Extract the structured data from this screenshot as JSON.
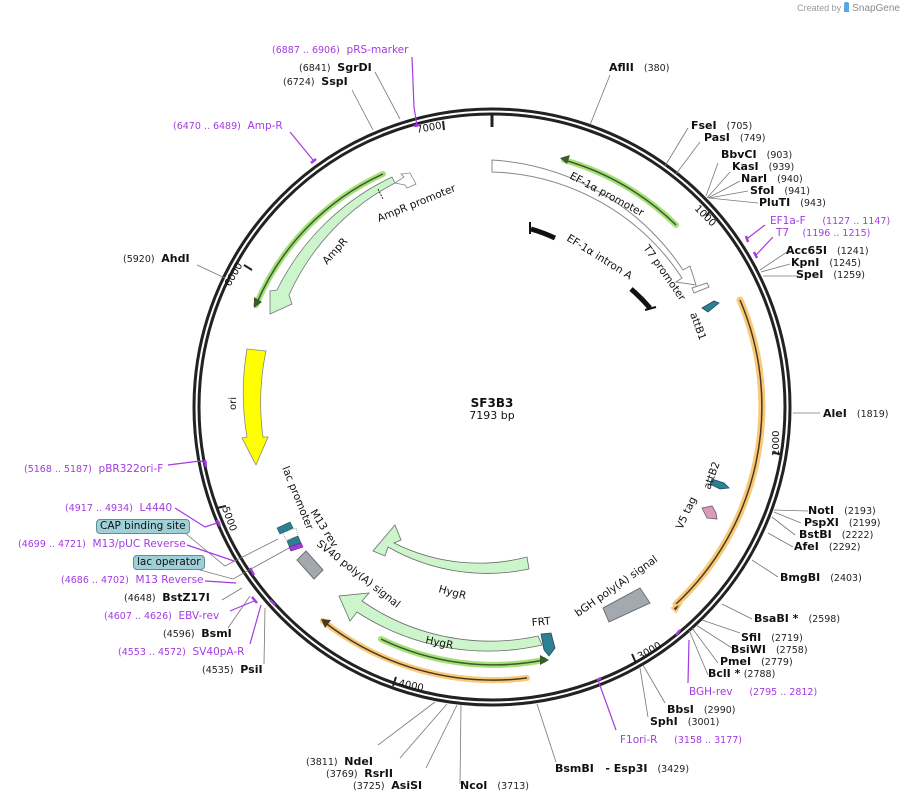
{
  "credit": {
    "prefix": "Created by",
    "brand": "SnapGene"
  },
  "plasmid": {
    "name": "SF3B3",
    "length_label": "7193 bp",
    "length": 7193
  },
  "ticks": [
    "1000",
    "2000",
    "3000",
    "4000",
    "5000",
    "6000",
    "7000"
  ],
  "enzymes": [
    {
      "name": "AflII",
      "pos": "(380)"
    },
    {
      "name": "FseI",
      "pos": "(705)"
    },
    {
      "name": "PasI",
      "pos": "(749)"
    },
    {
      "name": "BbvCI",
      "pos": "(903)"
    },
    {
      "name": "KasI",
      "pos": "(939)"
    },
    {
      "name": "NarI",
      "pos": "(940)"
    },
    {
      "name": "SfoI",
      "pos": "(941)"
    },
    {
      "name": "PluTI",
      "pos": "(943)"
    },
    {
      "name": "Acc65I",
      "pos": "(1241)"
    },
    {
      "name": "KpnI",
      "pos": "(1245)"
    },
    {
      "name": "SpeI",
      "pos": "(1259)"
    },
    {
      "name": "AleI",
      "pos": "(1819)"
    },
    {
      "name": "NotI",
      "pos": "(2193)"
    },
    {
      "name": "PspXI",
      "pos": "(2199)"
    },
    {
      "name": "BstBI",
      "pos": "(2222)"
    },
    {
      "name": "AfeI",
      "pos": "(2292)"
    },
    {
      "name": "BmgBI",
      "pos": "(2403)"
    },
    {
      "name": "BsaBI *",
      "pos": "(2598)"
    },
    {
      "name": "SfiI",
      "pos": "(2719)"
    },
    {
      "name": "BsiWI",
      "pos": "(2758)"
    },
    {
      "name": "PmeI",
      "pos": "(2779)"
    },
    {
      "name": "BclI *",
      "pos": "(2788)"
    },
    {
      "name": "BbsI",
      "pos": "(2990)"
    },
    {
      "name": "SphI",
      "pos": "(3001)"
    },
    {
      "name": "BsmBI   - Esp3I",
      "pos": "(3429)"
    },
    {
      "name": "NcoI",
      "pos": "(3713)"
    },
    {
      "name": "AsiSI",
      "pos": "(3725)"
    },
    {
      "name": "RsrII",
      "pos": "(3769)"
    },
    {
      "name": "NdeI",
      "pos": "(3811)"
    },
    {
      "name": "PsiI",
      "pos": "(4535)"
    },
    {
      "name": "BsmI",
      "pos": "(4596)"
    },
    {
      "name": "BstZ17I",
      "pos": "(4648)"
    },
    {
      "name": "AhdI",
      "pos": "(5920)"
    },
    {
      "name": "SspI",
      "pos": "(6724)"
    },
    {
      "name": "SgrDI",
      "pos": "(6841)"
    }
  ],
  "primers": [
    {
      "name": "pRS-marker",
      "range": "(6887 .. 6906)"
    },
    {
      "name": "Amp-R",
      "range": "(6470 .. 6489)"
    },
    {
      "name": "EF1a-F",
      "range": "(1127 .. 1147)"
    },
    {
      "name": "T7",
      "range": "(1196 .. 1215)"
    },
    {
      "name": "BGH-rev",
      "range": "(2795 .. 2812)"
    },
    {
      "name": "F1ori-R",
      "range": "(3158 .. 3177)"
    },
    {
      "name": "pBR322ori-F",
      "range": "(5168 .. 5187)"
    },
    {
      "name": "L4440",
      "range": "(4917 .. 4934)"
    },
    {
      "name": "M13/pUC Reverse",
      "range": "(4699 .. 4721)"
    },
    {
      "name": "M13 Reverse",
      "range": "(4686 .. 4702)"
    },
    {
      "name": "EBV-rev",
      "range": "(4607 .. 4626)"
    },
    {
      "name": "SV40pA-R",
      "range": "(4553 .. 4572)"
    }
  ],
  "boxed_features": [
    {
      "name": "CAP binding site"
    },
    {
      "name": "lac operator"
    }
  ],
  "features": {
    "ef1a_promoter": "EF-1α promoter",
    "ef1a_intron": "EF-1α intron A",
    "t7_promoter": "T7 promoter",
    "attb1": "attB1",
    "attb2": "attB2",
    "v5_tag": "V5 tag",
    "bgh_polya": "bGH poly(A) signal",
    "frt": "FRT",
    "hygr1": "HygR",
    "hygr2": "HygR",
    "sv40_polya": "SV40 poly(A) signal",
    "m13_rev": "M13 rev",
    "lac_promoter": "lac promoter",
    "ori": "ori",
    "ampr": "AmpR",
    "ampr_promoter": "AmpR promoter"
  },
  "colors": {
    "ring": "#222222",
    "primer": "#a33be0",
    "ampr_fill": "#ccf5cc",
    "ori_fill": "#ffff00",
    "orf_green_glow": "#a6e07a",
    "orf_orange_glow": "#f9c97a",
    "polya_gray": "#a4a9b0",
    "teal": "#2e7f91",
    "v5_pink": "#d79bbd",
    "boxed_bg": "#9fd0d8"
  }
}
